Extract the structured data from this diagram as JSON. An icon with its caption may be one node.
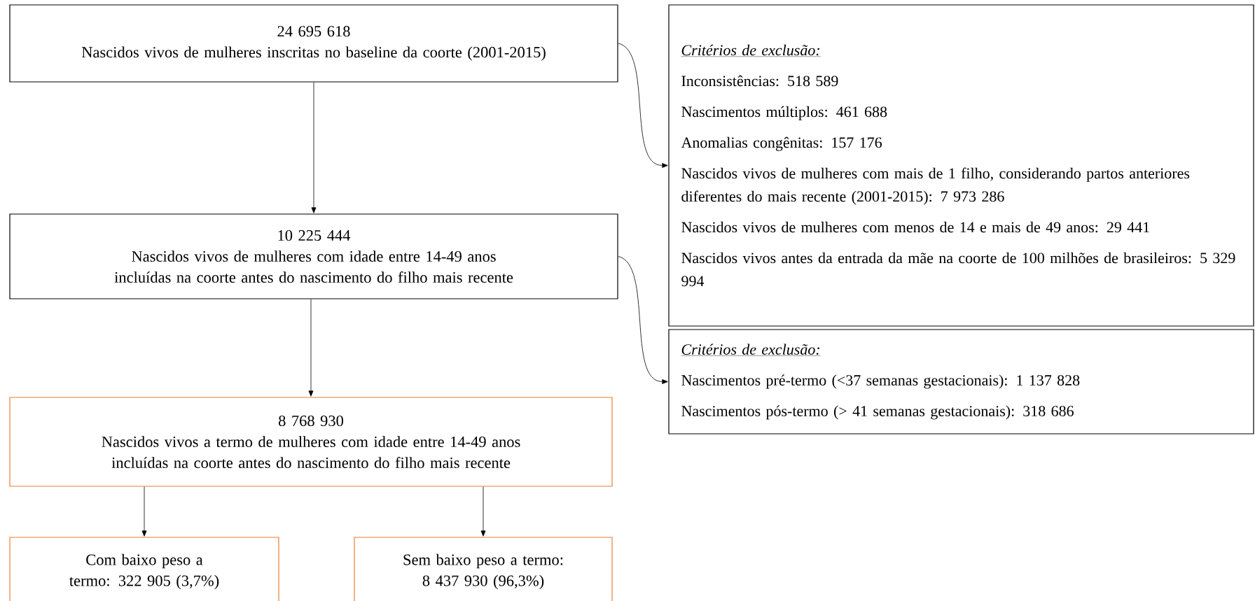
{
  "diagram": {
    "nodes": [
      {
        "text": [
          "24 695 618",
          "Nascidos vivos de mulheres inscritas no baseline da coorte (2001-2015)"
        ]
      },
      {
        "text": [
          "10 225 444",
          "Nascidos vivos de mulheres com idade entre 14-49 anos incluídas na coorte antes do nascimento do filho mais recente"
        ]
      },
      {
        "text": [
          "8 768 930",
          "Nascidos vivos a termo de mulheres com idade entre 14-49 anos incluídas na coorte antes do nascimento do filho mais recente"
        ]
      },
      {
        "text": [
          "Com baixo peso a termo: 322 905 (3,7%)"
        ]
      },
      {
        "text": [
          "Sem baixo peso a termo: 8 437 930 (96,3%)"
        ]
      },
      {
        "text": [
          "Critérios de exclusão:",
          "Inconsistências: 518 589",
          "Nascimentos múltiplos: 461 688",
          "Anomalias congênitas: 157 176",
          "Nascidos vivos de mulheres com mais de 1 filho, considerando partos anteriores diferentes do mais recente (2001-2015): 7 973 286",
          "Nascidos vivos de mulheres com menos de 14 e mais de 49 anos: 29 441",
          "Nascidos vivos antes da entrada da mãe na coorte de 100 milhões de brasileiros: 5 329 994"
        ]
      },
      {
        "text": [
          "Critérios de exclusão:",
          "Nascimentos pré-termo (<37 semanas gestacionais): 1 137 828",
          "Nascimentos pós-termo (> 41 semanas gestacionais): 318 686"
        ]
      }
    ],
    "edges": [
      {
        "from": 0,
        "to": 1,
        "arrow": "to"
      },
      {
        "from": 1,
        "to": 2,
        "arrow": "to"
      },
      {
        "from": 2,
        "to": 3,
        "arrow": "to"
      },
      {
        "from": 2,
        "to": 4,
        "arrow": "to"
      },
      {
        "from": 0,
        "to": 5,
        "arrow": "to"
      },
      {
        "from": 1,
        "to": 6,
        "arrow": "to"
      }
    ]
  }
}
